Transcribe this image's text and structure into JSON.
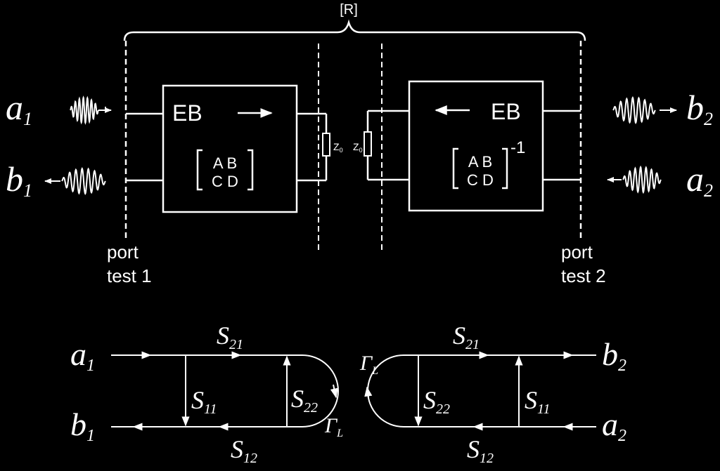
{
  "colors": {
    "background": "#000000",
    "foreground": "#ffffff"
  },
  "top": {
    "bracket_label": "[R]",
    "block_left": {
      "title": "EB",
      "matrix_row1": "A B",
      "matrix_row2": "C D",
      "arrow_icon": "arrow-right-icon"
    },
    "block_right": {
      "title": "EB",
      "matrix_row1": "A B",
      "matrix_row2": "C D",
      "exponent": "-1",
      "arrow_icon": "arrow-left-icon"
    },
    "impedance_left": {
      "symbol": "Z",
      "subscript": "0"
    },
    "impedance_right": {
      "symbol": "Z",
      "subscript": "0"
    },
    "port1": {
      "line1": "port",
      "line2": "test 1"
    },
    "port2": {
      "line1": "port",
      "line2": "test 2"
    },
    "waves": {
      "a1": {
        "letter": "a",
        "sub": "1",
        "icon": "incident-wave-icon"
      },
      "b1": {
        "letter": "b",
        "sub": "1",
        "icon": "reflected-wave-icon"
      },
      "b2": {
        "letter": "b",
        "sub": "2",
        "icon": "transmitted-wave-icon"
      },
      "a2": {
        "letter": "a",
        "sub": "2",
        "icon": "incident-wave-icon"
      }
    }
  },
  "signal_flow_left": {
    "a": {
      "letter": "a",
      "sub": "1"
    },
    "b": {
      "letter": "b",
      "sub": "1"
    },
    "s21": {
      "letter": "S",
      "sub": "21"
    },
    "s11": {
      "letter": "S",
      "sub": "11"
    },
    "s22": {
      "letter": "S",
      "sub": "22"
    },
    "s12": {
      "letter": "S",
      "sub": "12"
    },
    "gamma": {
      "letter": "Γ",
      "sub": "L"
    }
  },
  "signal_flow_right": {
    "gamma": {
      "letter": "Γ",
      "sub": "L"
    },
    "s21": {
      "letter": "S",
      "sub": "21"
    },
    "s22": {
      "letter": "S",
      "sub": "22"
    },
    "s11": {
      "letter": "S",
      "sub": "11"
    },
    "s12": {
      "letter": "S",
      "sub": "12"
    },
    "b": {
      "letter": "b",
      "sub": "2"
    },
    "a": {
      "letter": "a",
      "sub": "2"
    }
  }
}
